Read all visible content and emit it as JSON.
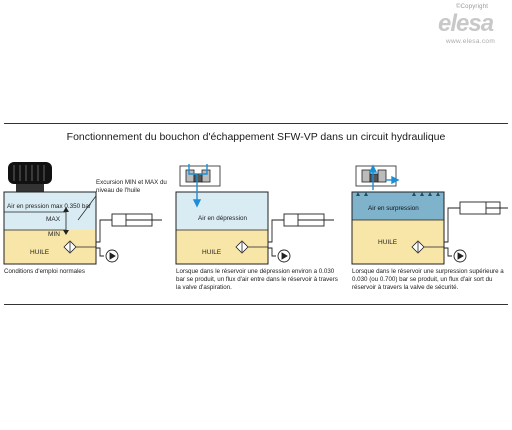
{
  "brand": {
    "copyright": "©Copyright",
    "name": "elesa",
    "url": "www.elesa.com"
  },
  "title": "Fonctionnement du bouchon d'échappement SFW-VP dans un circuit hydraulique",
  "panel1": {
    "air_label": "Air en pression max 0.350 bar",
    "max_label": "MAX",
    "min_label": "MIN",
    "oil_label": "HUILE",
    "note": "Excursion MIN et MAX du niveau de l'huile",
    "caption": "Conditions d'emploi normales"
  },
  "panel2": {
    "air_label": "Air en dépression",
    "oil_label": "HUILE",
    "caption": "Lorsque dans le réservoir une dépression environ a 0.030 bar se produit, un flux d'air entre dans le réservoir à travers la valve d'aspiration."
  },
  "panel3": {
    "air_label": "Air en surpression",
    "oil_label": "HUILE",
    "caption": "Lorsque dans le réservoir une surpression supérieure a 0.030 (ou 0.700)  bar se produit, un flux d'air sort du réservoir à travers la valve de sécurité."
  },
  "colors": {
    "air": "#d9ecf3",
    "oil": "#f7e6a8",
    "arrow": "#1a8fd6",
    "line": "#222222"
  }
}
